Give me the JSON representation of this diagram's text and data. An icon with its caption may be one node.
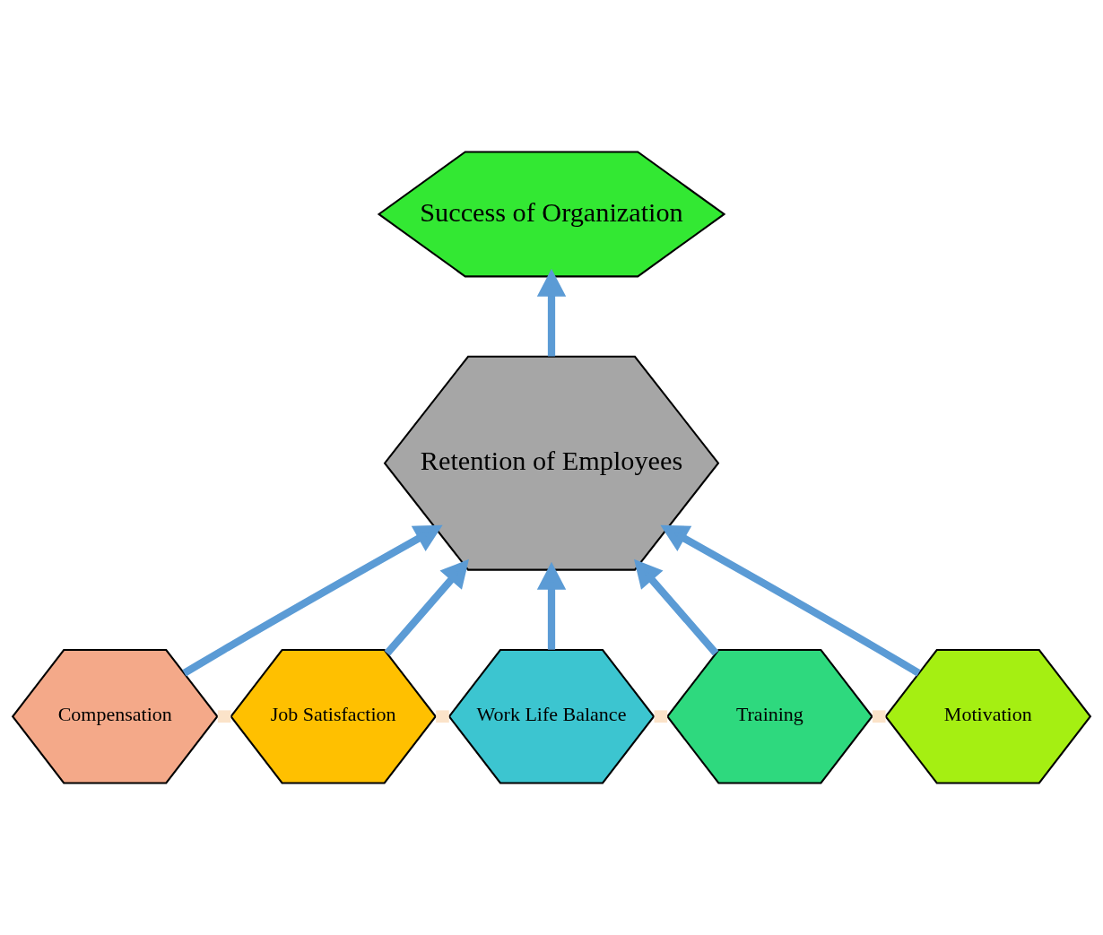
{
  "diagram": {
    "nodes": [
      {
        "text": [
          "Success of Organization"
        ]
      },
      {
        "text": [
          "Retention of Employees"
        ]
      },
      {
        "text": [
          "Compensation"
        ]
      },
      {
        "text": [
          "Job Satisfaction"
        ]
      },
      {
        "text": [
          "Work Life Balance"
        ]
      },
      {
        "text": [
          "Training"
        ]
      },
      {
        "text": [
          "Motivation"
        ]
      }
    ],
    "edges": [
      {
        "from": 1,
        "to": 0,
        "arrow": "to"
      },
      {
        "from": 2,
        "to": 1,
        "arrow": "to"
      },
      {
        "from": 3,
        "to": 1,
        "arrow": "to"
      },
      {
        "from": 4,
        "to": 1,
        "arrow": "to"
      },
      {
        "from": 5,
        "to": 1,
        "arrow": "to"
      },
      {
        "from": 6,
        "to": 1,
        "arrow": "to"
      },
      {
        "from": 2,
        "to": 3,
        "arrow": "none",
        "color": "#fbe3c9"
      },
      {
        "from": 3,
        "to": 4,
        "arrow": "none",
        "color": "#fbe3c9"
      },
      {
        "from": 4,
        "to": 5,
        "arrow": "none",
        "color": "#fbe3c9"
      },
      {
        "from": 5,
        "to": 6,
        "arrow": "none",
        "color": "#fbe3c9"
      }
    ]
  }
}
